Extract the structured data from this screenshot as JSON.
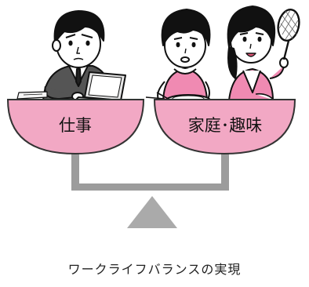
{
  "left_pan": {
    "label": "仕事"
  },
  "right_pan": {
    "label": "家庭･趣味"
  },
  "caption": "ワークライフバランスの実現",
  "colors": {
    "pan": "#f2a8c4",
    "pan_line": "#333333",
    "beam": "#9c9c9c",
    "fulcrum": "#aaaaaa",
    "shirt_pink": "#f08ab2"
  }
}
